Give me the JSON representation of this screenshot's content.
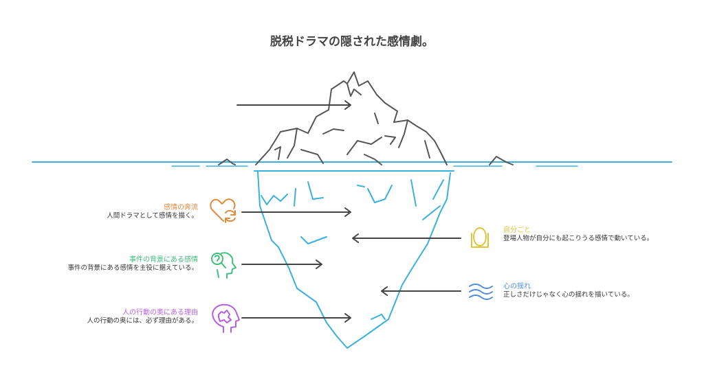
{
  "title": "脱税ドラマの隠された感情劇。",
  "items_left": [
    {
      "heading": "感情の奔流",
      "text": "人間ドラマとして感情を描く。",
      "color": "#e08a3c",
      "icon": "heart-cycle-icon"
    },
    {
      "heading": "事件の背景にある感情",
      "text": "事件の背景にある感情を主役に据えている。",
      "color": "#3cbf7a",
      "icon": "head-question-icon"
    },
    {
      "heading": "人の行動の奥にある理由",
      "text": "人の行動の奥には、必ず理由がある。",
      "color": "#b65fe0",
      "icon": "head-puzzle-icon"
    }
  ],
  "items_right": [
    {
      "heading": "自分ごと",
      "text": "登場人物が自分にも起こりうる感情で動いている。",
      "color": "#e0c53a",
      "icon": "mirror-icon"
    },
    {
      "heading": "心の揺れ",
      "text": "正しさだけじゃなく心の揺れを描いている。",
      "color": "#4f8de0",
      "icon": "waves-icon"
    }
  ]
}
